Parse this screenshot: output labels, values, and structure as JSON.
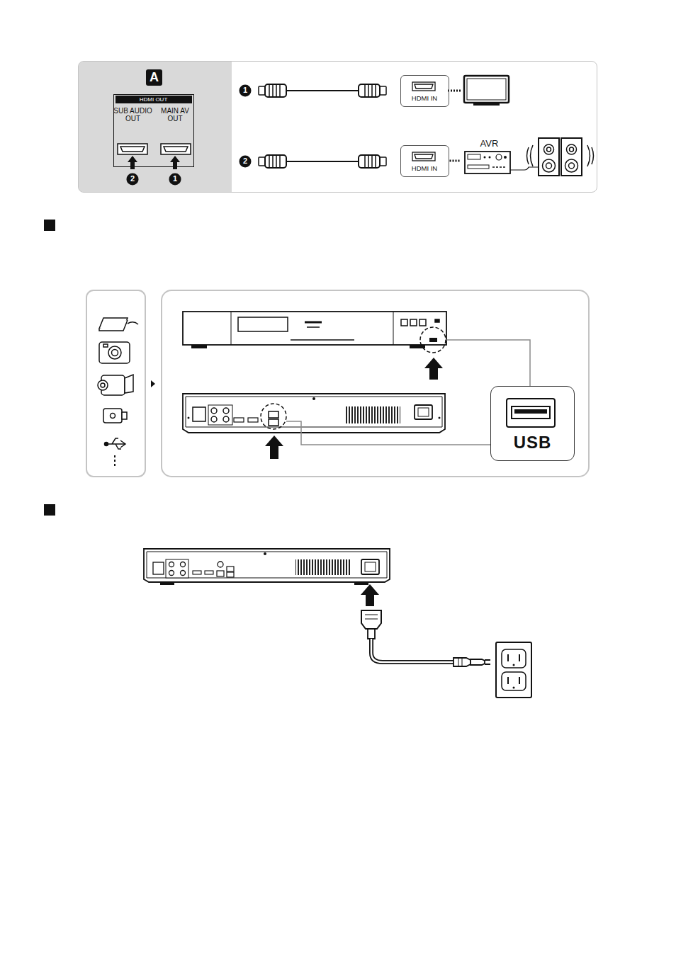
{
  "diagram": {
    "nodes": [
      {
        "text": [
          "A"
        ]
      },
      {
        "text": [
          "HDMI OUT"
        ],
        "in": 0
      },
      {
        "text": [
          "HDMI IN"
        ],
        "in": 0
      },
      {
        "text": [
          "HDMI IN"
        ],
        "in": 0
      },
      {
        "text": [
          "AVR"
        ],
        "in": 0
      },
      {
        "text": [
          "USB"
        ]
      }
    ],
    "edges": [
      {
        "from": 3,
        "to": 4,
        "arrow": "none"
      }
    ],
    "labels": [
      "SUB AUDIO OUT",
      "MAIN AV OUT",
      "2",
      "1",
      "1",
      "2"
    ]
  }
}
